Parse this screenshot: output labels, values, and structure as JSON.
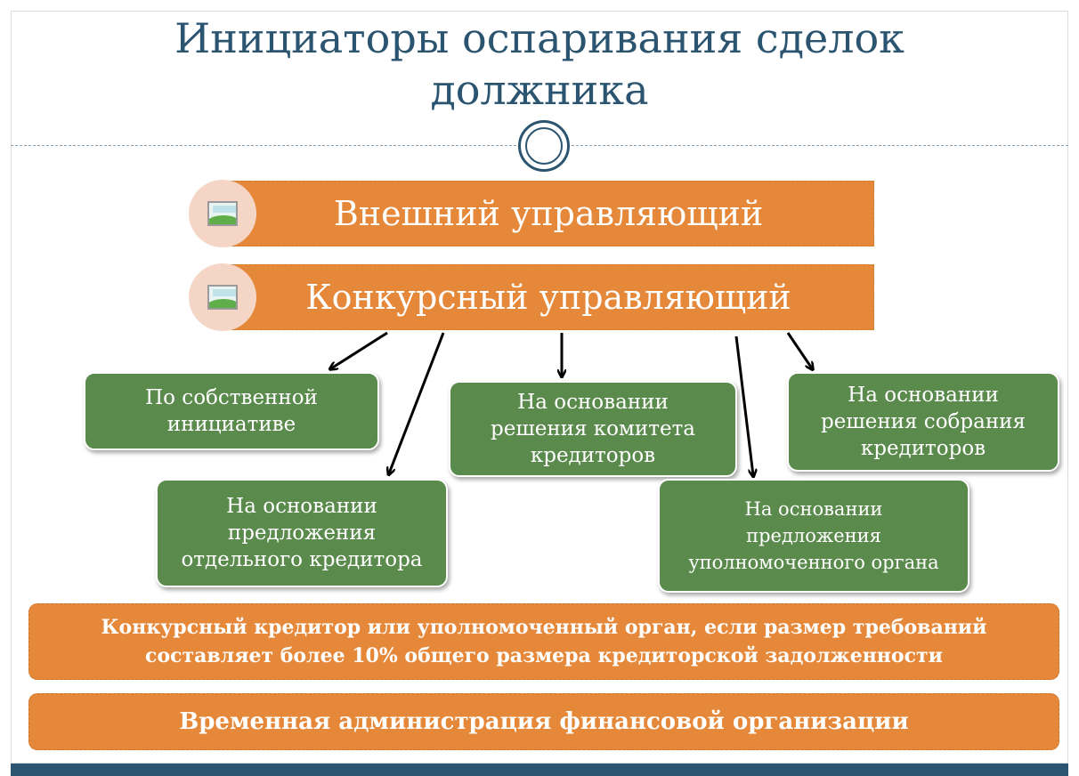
{
  "title": {
    "line1": "Инициаторы оспаривания сделок",
    "line2": "должника"
  },
  "banners": {
    "external": "Внешний управляющий",
    "bankruptcy": "Конкурсный управляющий"
  },
  "boxes": {
    "own_initiative": "По собственной инициативе",
    "creditor_proposal": "На основании предложения отдельного кредитора",
    "committee_decision": "На основании решения комитета кредиторов",
    "authority_proposal": "На основании предложения уполномоченного органа",
    "meeting_decision": "На основании решения собрания кредиторов"
  },
  "bottom_boxes": {
    "creditor_condition": "Конкурсный кредитор или уполномоченный орган, если размер требований составляет более 10% общего размера кредиторской задолженности",
    "temp_admin": "Временная администрация финансовой организации"
  },
  "icons": {
    "banner_icon": "picture-icon",
    "divider_ornament": "circle-ornament-icon"
  },
  "colors": {
    "title": "#2a5470",
    "orange": "#e6883a",
    "green": "#5a8a4c",
    "icon_bg": "#f5d6c6"
  }
}
